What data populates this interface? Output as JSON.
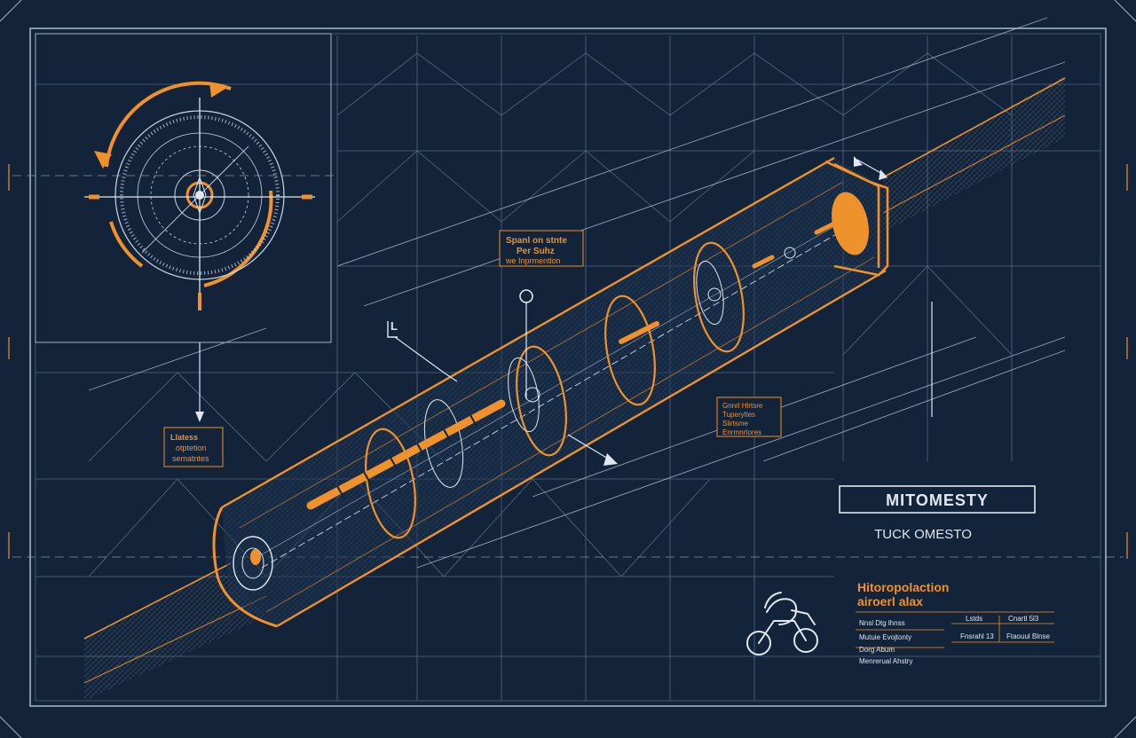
{
  "colors": {
    "background": "#13233a",
    "line": "#c9d6e6",
    "line_dim": "#5f7591",
    "accent": "#f0922b",
    "text_light": "#dfe7f1"
  },
  "callouts": {
    "center": {
      "line1": "Spanl on stnte",
      "line2": "Per Suhz",
      "line3": "we Inprmentlon"
    },
    "left": {
      "line1": "Llatess",
      "line2": "otptetion",
      "line3": "sematntes"
    },
    "right": {
      "line1": "Gnnrl Hlrtsre",
      "line2": "Tuperyltes",
      "line3": "Slirtsme",
      "line4": "Enrmnrtores"
    },
    "marker": "L"
  },
  "title_block": {
    "title": "MITOMESTY",
    "subtitle": "TUCK OMESTO",
    "heading_line1": "Hitoropolaction",
    "heading_line2": "airoerl alax",
    "logo_icon": "motorcycle-icon",
    "left_rows": [
      "Nnsl Dtg lhnss",
      "Mutuie Evojtonty",
      "Dorg Abum",
      "Menrerual Ahstry"
    ],
    "mid_rows": [
      "Lstds",
      "Fnsrahl 13"
    ],
    "right_rows": [
      "Cnartl 5l3",
      "Ftaouul Blnse"
    ]
  }
}
